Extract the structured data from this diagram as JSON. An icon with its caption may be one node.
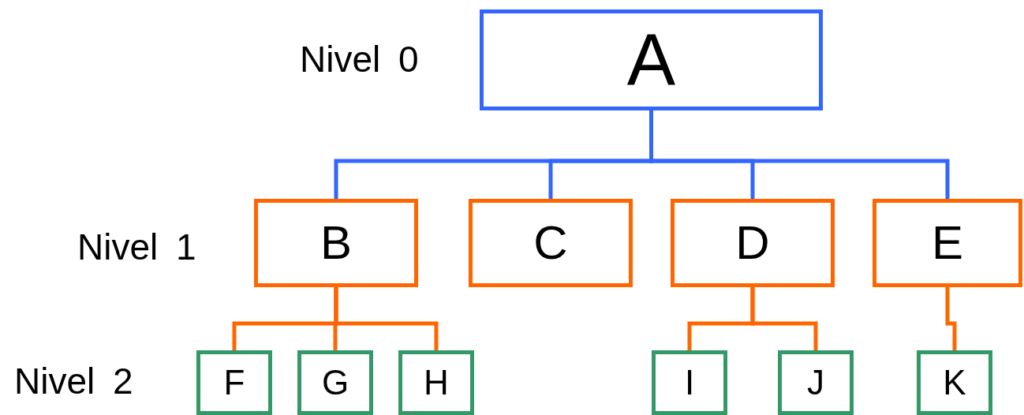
{
  "diagram": {
    "nodes": [
      {
        "text": [
          "A"
        ]
      },
      {
        "text": [
          "B"
        ]
      },
      {
        "text": [
          "C"
        ]
      },
      {
        "text": [
          "D"
        ]
      },
      {
        "text": [
          "E"
        ]
      },
      {
        "text": [
          "F"
        ]
      },
      {
        "text": [
          "G"
        ]
      },
      {
        "text": [
          "H"
        ]
      },
      {
        "text": [
          "I"
        ]
      },
      {
        "text": [
          "J"
        ]
      },
      {
        "text": [
          "K"
        ]
      }
    ],
    "edges": [
      {
        "from": 0,
        "to": 1,
        "arrow": "none",
        "color": "#3366ff"
      },
      {
        "from": 0,
        "to": 2,
        "arrow": "none",
        "color": "#3366ff"
      },
      {
        "from": 0,
        "to": 3,
        "arrow": "none",
        "color": "#3366ff"
      },
      {
        "from": 0,
        "to": 4,
        "arrow": "none",
        "color": "#3366ff"
      },
      {
        "from": 1,
        "to": 5,
        "arrow": "none"
      },
      {
        "from": 1,
        "to": 6,
        "arrow": "none"
      },
      {
        "from": 1,
        "to": 7,
        "arrow": "none"
      },
      {
        "from": 3,
        "to": 8,
        "arrow": "none"
      },
      {
        "from": 3,
        "to": 9,
        "arrow": "none"
      },
      {
        "from": 4,
        "to": 10,
        "arrow": "none"
      }
    ],
    "labels": [
      "Nivel 0",
      "Nivel 1",
      "Nivel 2"
    ]
  }
}
